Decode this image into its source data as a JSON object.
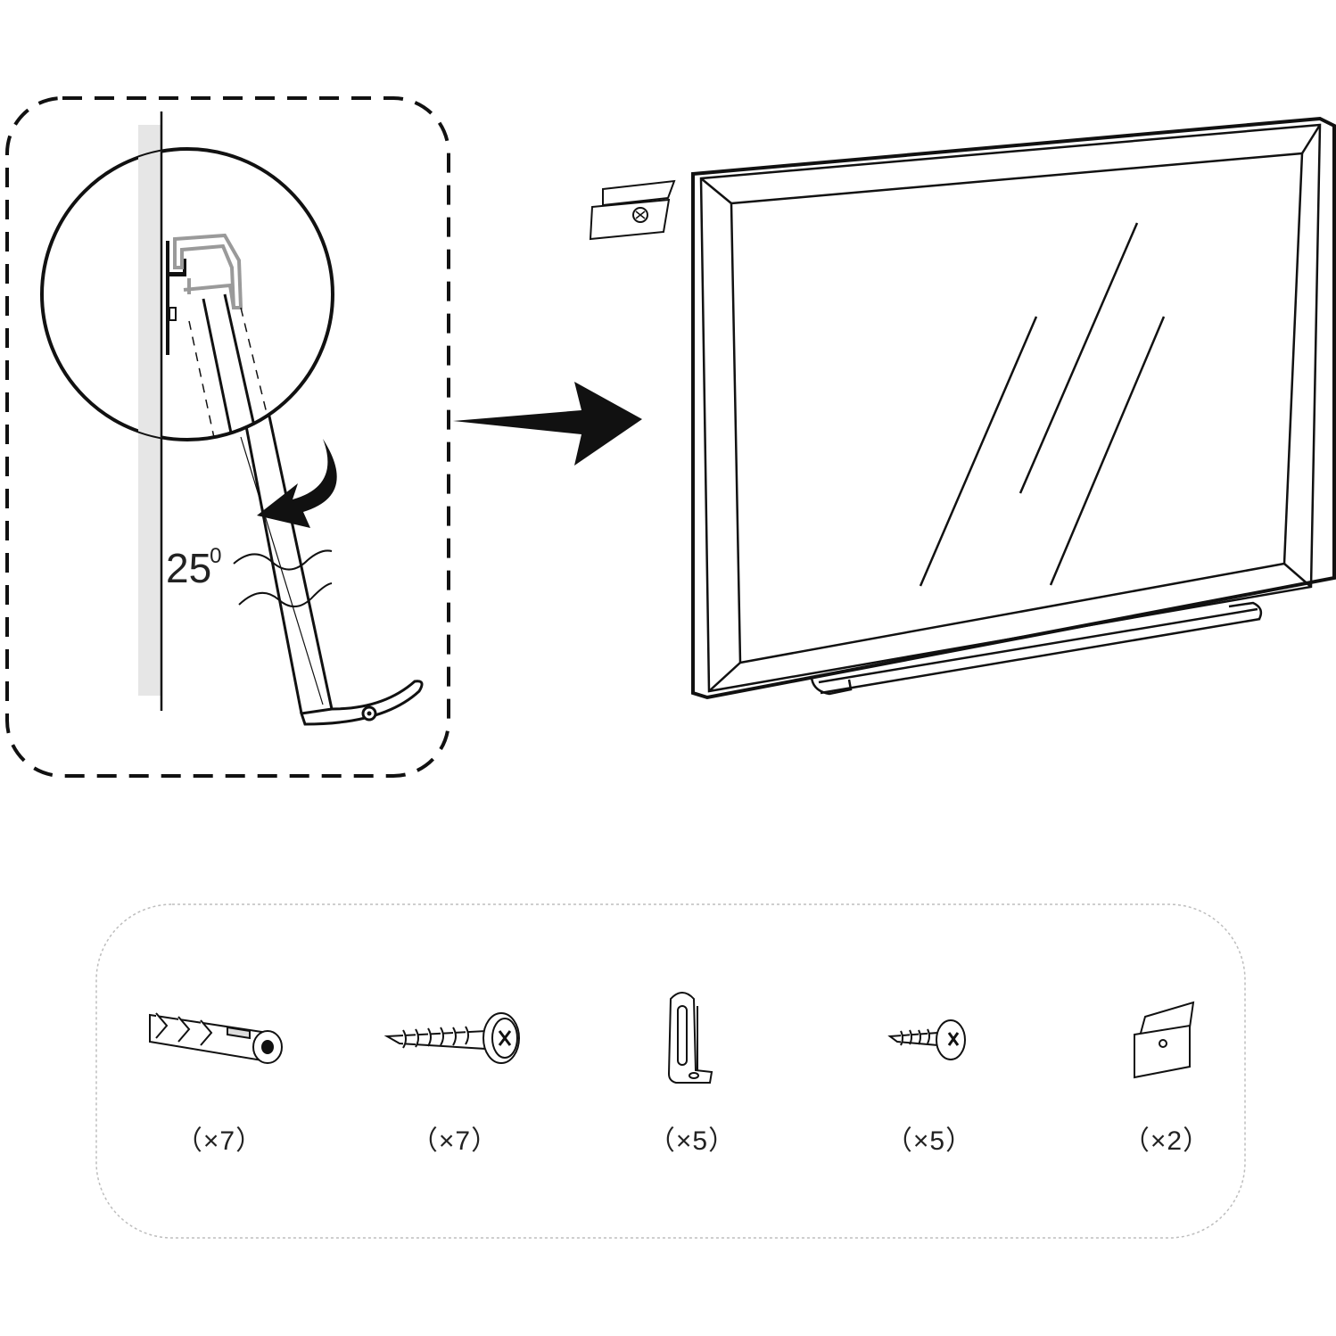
{
  "detail": {
    "angle_value": "25",
    "angle_unit": "0"
  },
  "hardware": [
    {
      "id": "wall-anchor",
      "icon": "wall-anchor-icon",
      "quantity": "（×7）"
    },
    {
      "id": "wood-screw",
      "icon": "wood-screw-icon",
      "quantity": "（×7）"
    },
    {
      "id": "l-bracket",
      "icon": "l-bracket-icon",
      "quantity": "（×5）"
    },
    {
      "id": "small-screw",
      "icon": "small-screw-icon",
      "quantity": "（×5）"
    },
    {
      "id": "hanging-clip",
      "icon": "hanging-clip-icon",
      "quantity": "（×2）"
    }
  ],
  "colors": {
    "line": "#111111",
    "wall": "#e6e6e6",
    "detail_grey": "#9a9a9a",
    "box_border": "#bdbdbd"
  }
}
